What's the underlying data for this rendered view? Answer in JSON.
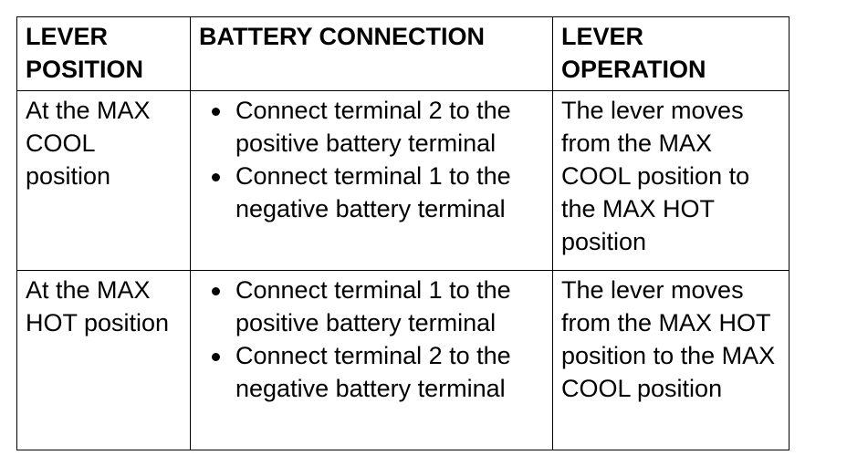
{
  "table": {
    "headers": [
      "LEVER POSITION",
      "BATTERY CONNECTION",
      "LEVER OPERATION"
    ],
    "rows": [
      {
        "position": "At the MAX COOL position",
        "connections": [
          "Connect terminal 2 to the positive battery terminal",
          "Connect terminal 1 to the negative battery terminal"
        ],
        "operation": "The lever moves from the MAX COOL position to the MAX HOT position"
      },
      {
        "position": "At the MAX HOT position",
        "connections": [
          "Connect terminal 1 to the positive battery terminal",
          "Connect terminal 2 to the negative battery terminal"
        ],
        "operation": "The lever moves from the MAX HOT position to the MAX COOL position"
      }
    ]
  }
}
